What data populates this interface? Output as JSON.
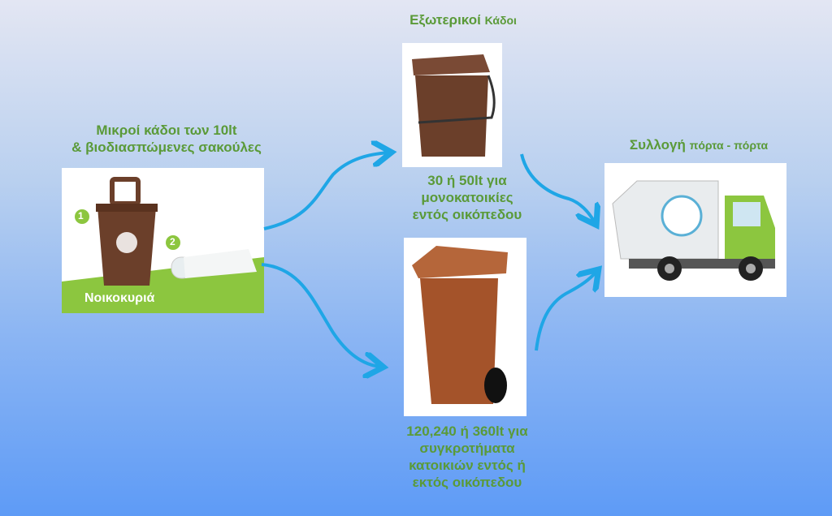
{
  "title_top": {
    "main": "Εξωτερικοί",
    "small": "Κάδοι"
  },
  "left_label": {
    "line1": "Μικροί κάδοι των 10lt",
    "line2": "& βιοδιασπώμενες σακούλες"
  },
  "left_image": {
    "caption": "Νοικοκυριά",
    "step1": "1",
    "step2": "2"
  },
  "right_label": {
    "main": "Συλλογή",
    "small": "πόρτα - πόρτα"
  },
  "mid_label_1": {
    "line1": "30 ή 50lt  για",
    "line2": "μονοκατοικίες",
    "line3": "εντός οικόπεδου"
  },
  "mid_label_2": {
    "line1": "120,240 ή 360lt  για",
    "line2": "συγκροτήματα",
    "line3": "κατοικιών εντός ή",
    "line4": "εκτός οικόπεδου"
  },
  "colors": {
    "text": "#5a9a38",
    "arrow": "#1fa6e6",
    "bin": "#6b3f2a",
    "wheelie": "#a4532a",
    "truck_green": "#8cc63f"
  }
}
